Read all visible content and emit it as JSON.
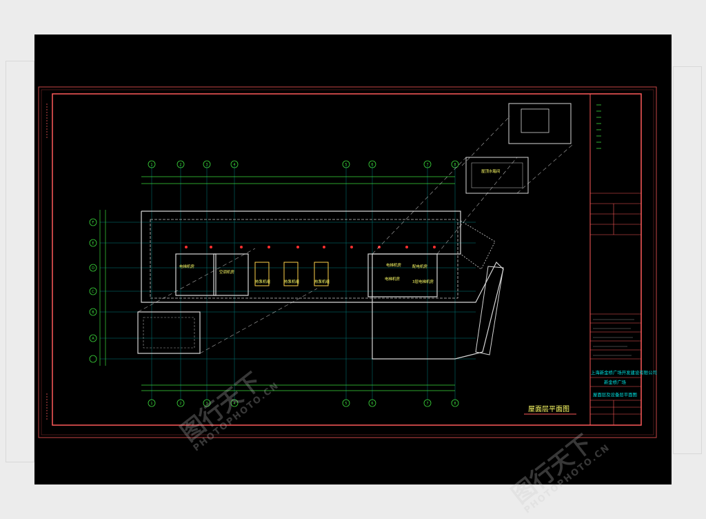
{
  "drawing": {
    "main_title": "屋面层平面图",
    "company": "上海新金桥广场开发建设有限公司",
    "project": "新金桥广场",
    "sheet_title": "屋面层及设备层平面图",
    "rooms": {
      "tank_room": "屋顶水箱间",
      "ac_machine_room": "空调机房",
      "elevator_room_1": "电梯机房",
      "unit_a": "热泵机组",
      "unit_b": "热泵机组",
      "unit_c": "热泵机组",
      "elevator_room_2": "电梯机房",
      "distribution_room": "配电机房",
      "elevator_room_3": "电梯机房",
      "elevator_room_4": "3层电梯机房"
    },
    "grid_top": [
      "1",
      "2",
      "3",
      "4",
      "5",
      "6",
      "7",
      "8"
    ],
    "grid_left": [
      "F",
      "E",
      "D",
      "C",
      "B",
      "A"
    ]
  },
  "watermark": {
    "cn": "图行天下",
    "en": "PHOTOPHOTO.CN"
  },
  "colors": {
    "background": "#000000",
    "frame": "#ff5a5a",
    "walls": "#d8d8d8",
    "grid": "#00c8c8",
    "dims": "#3cdc3c",
    "text": "#ffff66",
    "accent": "#ff3030"
  }
}
